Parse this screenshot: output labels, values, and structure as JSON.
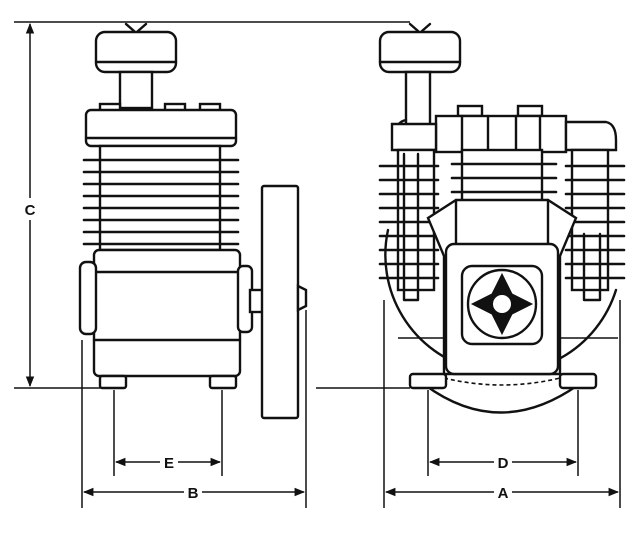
{
  "dimensions": {
    "height_label": "C",
    "left_width_label": "B",
    "left_foot_spacing_label": "E",
    "right_width_label": "A",
    "right_foot_spacing_label": "D"
  }
}
